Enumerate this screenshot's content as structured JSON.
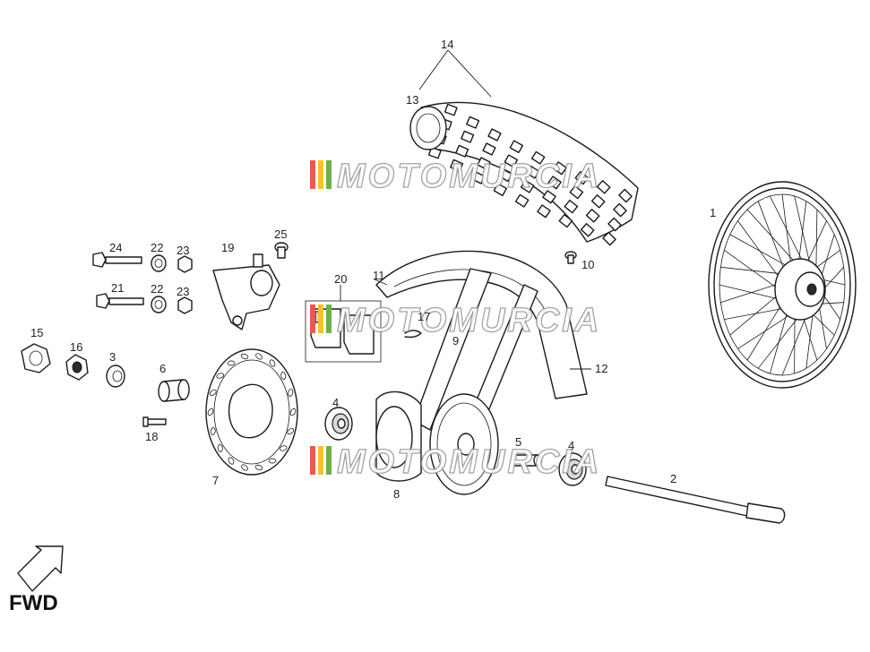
{
  "diagram": {
    "callouts": [
      "1",
      "2",
      "3",
      "4",
      "4",
      "5",
      "6",
      "7",
      "8",
      "9",
      "10",
      "11",
      "12",
      "13",
      "14",
      "15",
      "16",
      "17",
      "18",
      "19",
      "20",
      "21",
      "22",
      "22",
      "23",
      "23",
      "24",
      "25"
    ],
    "fwd_label": "FWD",
    "watermark": "MOTOMURCIA"
  }
}
